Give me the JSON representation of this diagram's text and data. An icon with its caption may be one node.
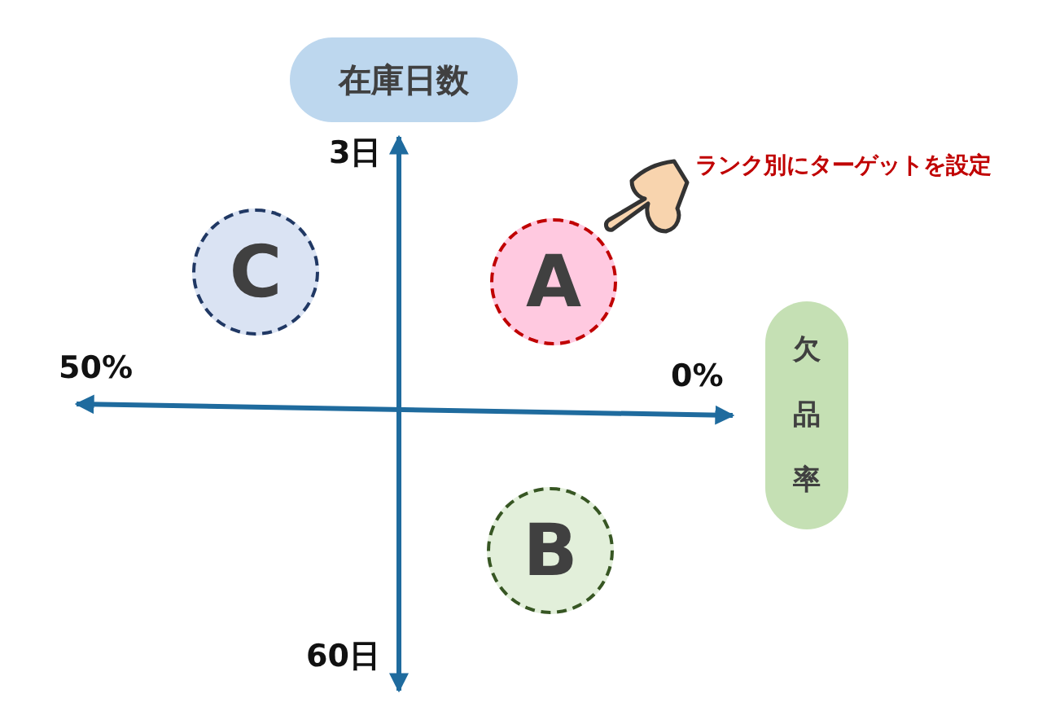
{
  "diagram": {
    "nodes": [
      {
        "text": [
          "在庫日数"
        ]
      },
      {
        "text": [
          "C"
        ]
      },
      {
        "text": [
          "A"
        ]
      },
      {
        "text": [
          "欠品率"
        ]
      },
      {
        "text": [
          "B"
        ]
      }
    ],
    "labels": [
      "3日",
      "ランク別にターゲットを設定",
      "50%",
      "0%",
      "60日"
    ]
  }
}
